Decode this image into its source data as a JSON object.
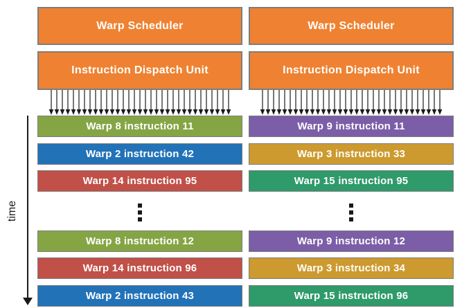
{
  "title": "GPU dual warp scheduler diagram",
  "time_axis": {
    "label": "time"
  },
  "colors": {
    "orange": "#EE8232",
    "olive": "#85A545",
    "blue": "#2272B8",
    "red": "#C05048",
    "purple": "#7B5EA7",
    "gold": "#CC9A2E",
    "emerald": "#2F9A6A",
    "border_gray": "#7D7D7D",
    "box_text": "#FFFFFF",
    "axis_black": "#1A1A1A"
  },
  "columns": [
    {
      "scheduler_label": "Warp Scheduler",
      "scheduler_color": "orange",
      "dispatch_label": "Instruction Dispatch Unit",
      "dispatch_color": "orange",
      "slots_top": [
        {
          "label": "Warp 8 instruction 11",
          "color": "olive"
        },
        {
          "label": "Warp 2 instruction 42",
          "color": "blue"
        },
        {
          "label": "Warp 14 instruction 95",
          "color": "red"
        }
      ],
      "slots_bottom": [
        {
          "label": "Warp 8 instruction 12",
          "color": "olive"
        },
        {
          "label": "Warp 14 instruction 96",
          "color": "red"
        },
        {
          "label": "Warp 2 instruction 43",
          "color": "blue"
        }
      ]
    },
    {
      "scheduler_label": "Warp Scheduler",
      "scheduler_color": "orange",
      "dispatch_label": "Instruction Dispatch Unit",
      "dispatch_color": "orange",
      "slots_top": [
        {
          "label": "Warp 9 instruction 11",
          "color": "purple"
        },
        {
          "label": "Warp 3 instruction 33",
          "color": "gold"
        },
        {
          "label": "Warp 15 instruction 95",
          "color": "emerald"
        }
      ],
      "slots_bottom": [
        {
          "label": "Warp 9 instruction 12",
          "color": "purple"
        },
        {
          "label": "Warp 3 instruction 34",
          "color": "gold"
        },
        {
          "label": "Warp 15 instruction 96",
          "color": "emerald"
        }
      ]
    }
  ]
}
